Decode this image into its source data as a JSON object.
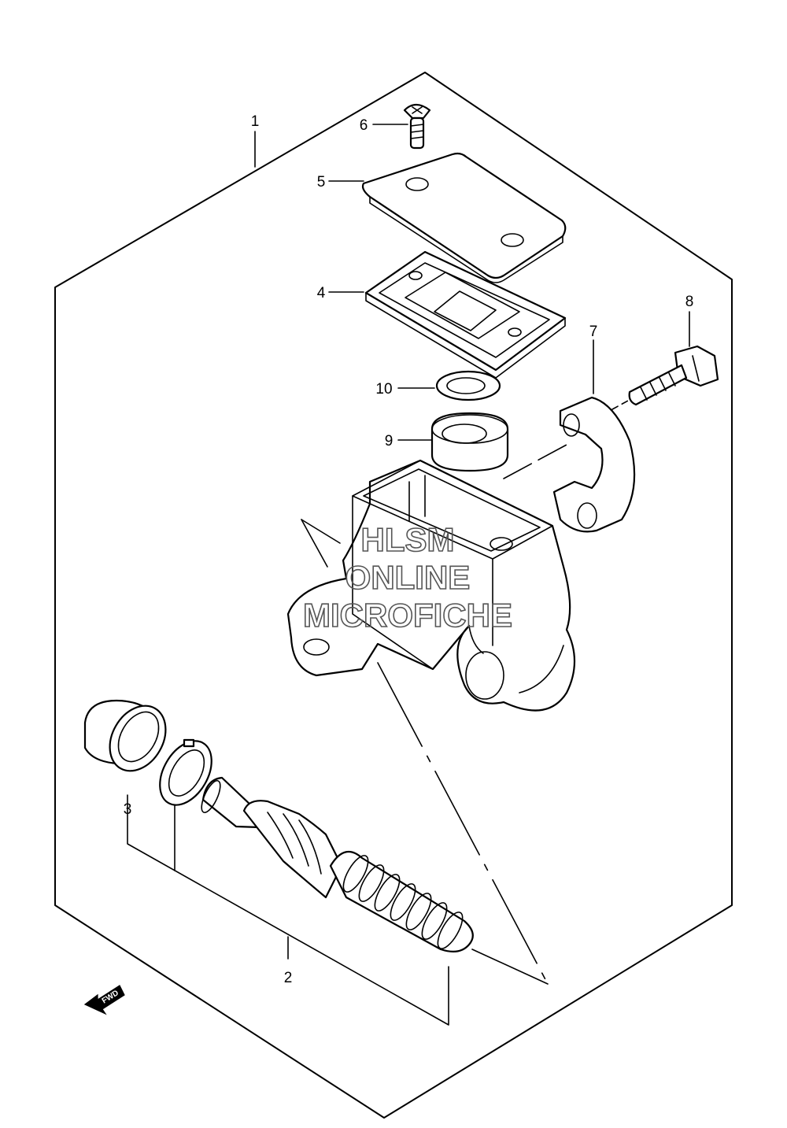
{
  "callouts": {
    "c1": "1",
    "c2": "2",
    "c3": "3",
    "c4": "4",
    "c5": "5",
    "c6": "6",
    "c7": "7",
    "c8": "8",
    "c9": "9",
    "c10": "10"
  },
  "watermark": {
    "line1": "HLSM",
    "line2": "ONLINE",
    "line3": "MICROFICHE"
  },
  "fwd_label": "FWD"
}
